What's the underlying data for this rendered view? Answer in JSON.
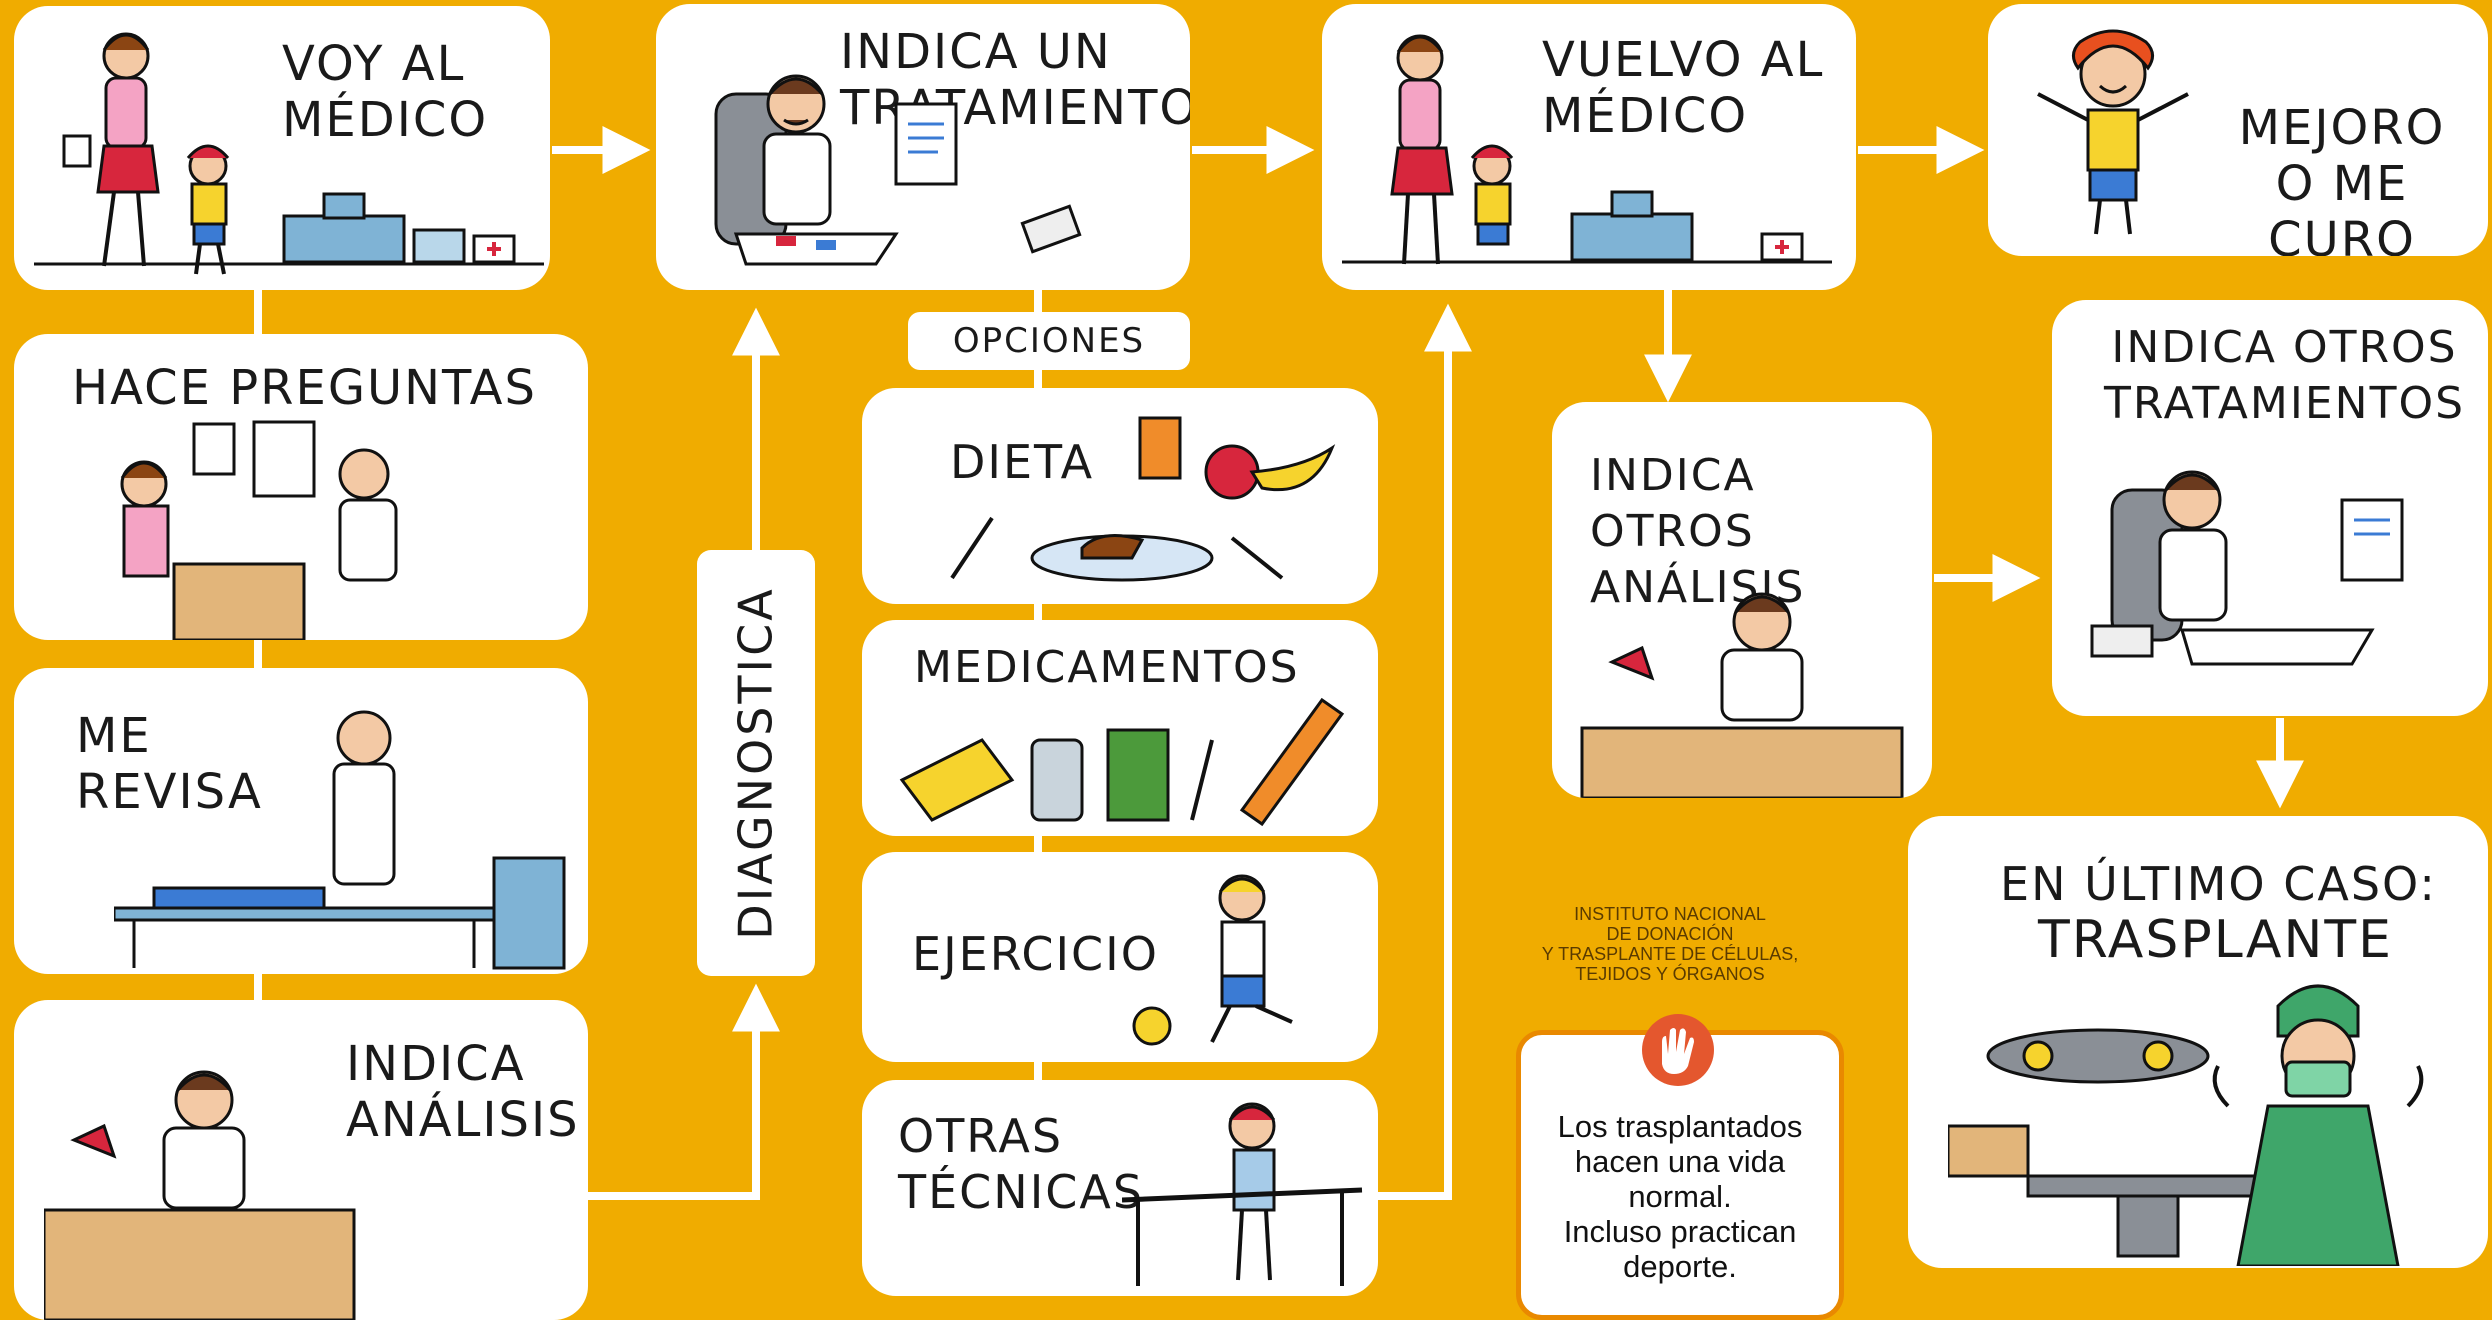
{
  "steps": {
    "voy": "VOY AL\nMÉDICO",
    "indica_tratamiento": "INDICA UN\nTRATAMIENTO",
    "vuelvo": "VUELVO AL\nMÉDICO",
    "mejoro": "MEJORO\nO ME CURO",
    "hace_preguntas": "HACE PREGUNTAS",
    "me_revisa": "ME\nREVISA",
    "indica_analisis": "INDICA\nANÁLISIS",
    "diagnostica": "DIAGNOSTICA",
    "opciones": "OPCIONES",
    "dieta": "DIETA",
    "medicamentos": "MEDICAMENTOS",
    "ejercicio": "EJERCICIO",
    "otras_tecnicas": "OTRAS\nTÉCNICAS",
    "indica_otros_analisis": "INDICA OTROS\nANÁLISIS",
    "indica_otros_tratamientos": "INDICA OTROS\nTRATAMIENTOS",
    "ultimo_caso": "EN ÚLTIMO CASO:",
    "trasplante": "TRASPLANTE"
  },
  "institute": "INSTITUTO NACIONAL\nDE DONACIÓN\nY TRASPLANTE DE CÉLULAS,\nTEJIDOS Y ÓRGANOS",
  "message": "Los trasplantados\nhacen una vida\nnormal.\nIncluso practican\ndeporte.",
  "colors": {
    "background": "#f0ac00",
    "card": "#ffffff",
    "accent": "#e98900",
    "logo": "#e4572e"
  }
}
